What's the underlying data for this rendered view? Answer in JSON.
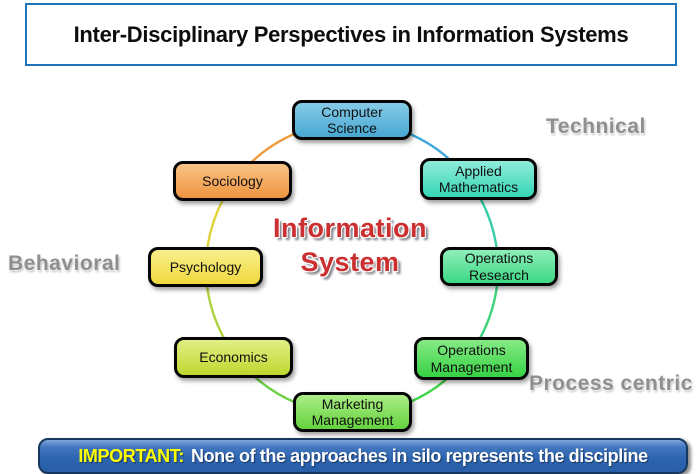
{
  "title": "Inter-Disciplinary Perspectives in Information Systems",
  "center": {
    "line1": "Information",
    "line2": "System",
    "color": "#cb2f2f"
  },
  "nodes": [
    {
      "label": "Computer Science",
      "color": "#4faed6"
    },
    {
      "label": "Applied Mathematics",
      "color": "#3fd9be"
    },
    {
      "label": "Operations Research",
      "color": "#47db8e"
    },
    {
      "label": "Operations Management",
      "color": "#3fd649"
    },
    {
      "label": "Marketing Management",
      "color": "#6fd948"
    },
    {
      "label": "Economics",
      "color": "#c3db3d"
    },
    {
      "label": "Psychology",
      "color": "#f2dc45"
    },
    {
      "label": "Sociology",
      "color": "#f09a44"
    }
  ],
  "region_labels": [
    {
      "text": "Technical",
      "color": "#8f8f8f"
    },
    {
      "text": "Behavioral",
      "color": "#8f8f8f"
    },
    {
      "text": "Process centric",
      "color": "#8f8f8f"
    }
  ],
  "footer": {
    "highlight": "IMPORTANT:",
    "text": "None of the approaches in silo represents the discipline",
    "highlight_color": "#ffff00",
    "bar_color": "#2c63af"
  }
}
